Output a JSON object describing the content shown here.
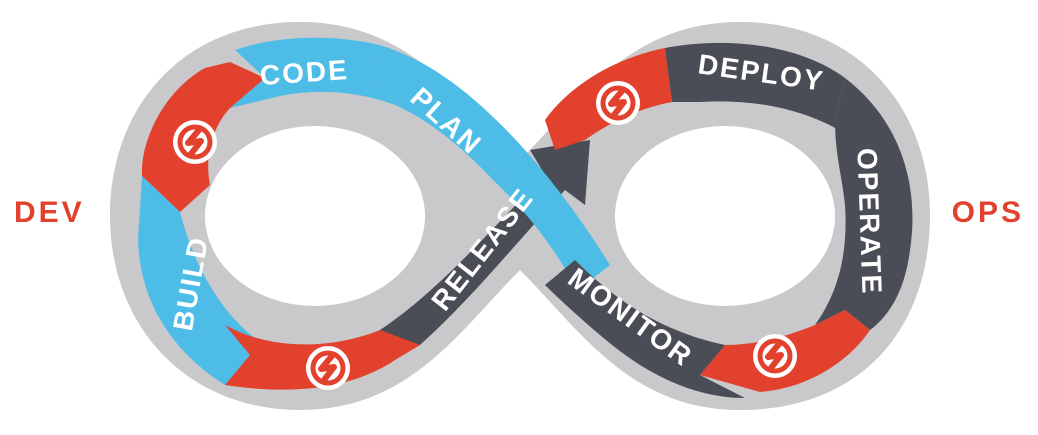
{
  "diagram": {
    "left_label": "DEV",
    "right_label": "OPS",
    "stages": {
      "code": "CODE",
      "plan": "PLAN",
      "build": "BUILD",
      "release": "RELEASE",
      "deploy": "DEPLOY",
      "operate": "OPERATE",
      "monitor": "MONITOR"
    },
    "icons": [
      "lightning-bolt-icon",
      "lightning-bolt-icon",
      "lightning-bolt-icon",
      "lightning-bolt-icon"
    ]
  },
  "colors": {
    "dev_blue": "#4dbde8",
    "ops_dark": "#4a4d56",
    "accent_red": "#e2412e",
    "border_gray": "#c9c9cb",
    "white": "#ffffff"
  }
}
